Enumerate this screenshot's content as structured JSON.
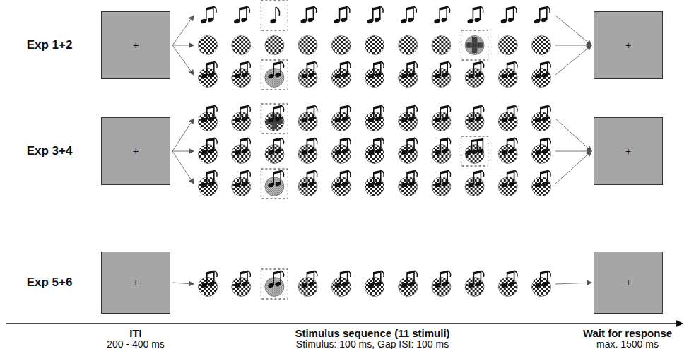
{
  "diagram": {
    "nodes": [
      {
        "text": [
          "+"
        ]
      },
      {
        "text": [
          "+"
        ]
      },
      {
        "text": [
          "+"
        ]
      },
      {
        "text": [
          "+"
        ]
      },
      {
        "text": [
          "+"
        ]
      },
      {
        "text": [
          "+"
        ]
      }
    ],
    "labels": [
      "Exp 1+2",
      "Exp 3+4",
      "Exp 5+6",
      "ITI",
      "200 - 400 ms",
      "Stimulus sequence (11 stimuli)",
      "Stimulus: 100 ms, Gap ISI: 100 ms",
      "Wait for response",
      "max. 1500 ms"
    ]
  }
}
